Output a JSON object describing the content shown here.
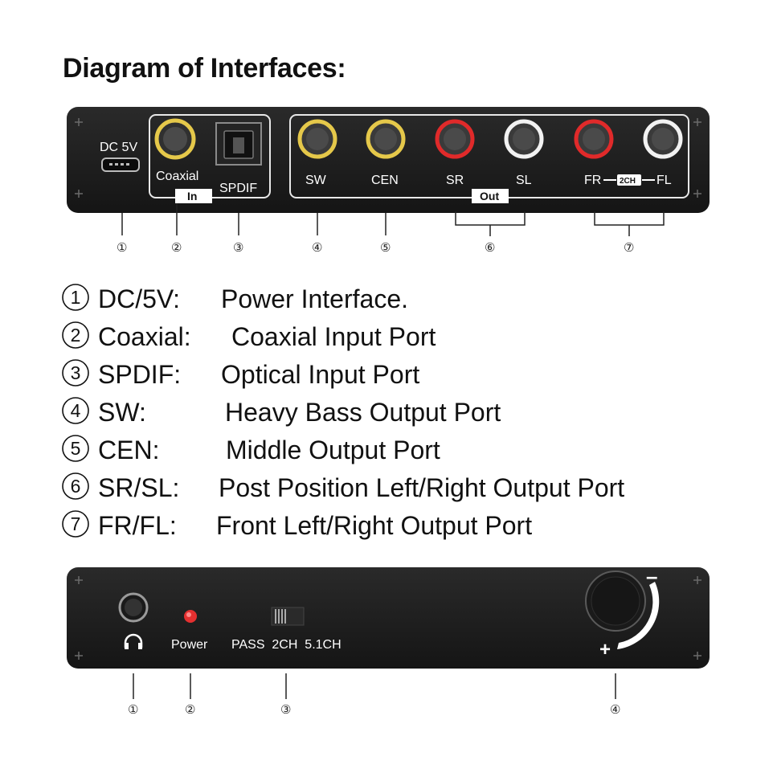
{
  "title": "Diagram of Interfaces:",
  "top_panel": {
    "dc_label": "DC 5V",
    "coaxial_label": "Coaxial",
    "spdif_label": "SPDIF",
    "in_label": "In",
    "sw_label": "SW",
    "cen_label": "CEN",
    "sr_label": "SR",
    "sl_label": "SL",
    "out_label": "Out",
    "fr_label": "FR",
    "twoch_badge": "2CH",
    "fl_label": "FL",
    "callouts": [
      "①",
      "②",
      "③",
      "④",
      "⑤",
      "⑥",
      "⑦"
    ]
  },
  "legend": [
    {
      "num": "1",
      "key": "DC/5V:",
      "desc": "Power Interface."
    },
    {
      "num": "2",
      "key": "Coaxial:",
      "desc": "Coaxial Input Port"
    },
    {
      "num": "3",
      "key": "SPDIF:",
      "desc": "Optical Input Port"
    },
    {
      "num": "4",
      "key": "SW:",
      "desc": "Heavy Bass Output Port"
    },
    {
      "num": "5",
      "key": "CEN:",
      "desc": "Middle Output Port"
    },
    {
      "num": "6",
      "key": "SR/SL:",
      "desc": "Post Position Left/Right Output Port"
    },
    {
      "num": "7",
      "key": "FR/FL:",
      "desc": "Front Left/Right Output Port"
    }
  ],
  "bottom_panel": {
    "power_label": "Power",
    "switch_labels": "PASS  2CH  5.1CH",
    "minus": "–",
    "plus": "+",
    "callouts": [
      "①",
      "②",
      "③",
      "④"
    ]
  },
  "colors": {
    "panel": "#1d1d1d",
    "yellow_ring": "#e5c84a",
    "red_ring": "#e02a2a",
    "white_ring": "#f2f2f2",
    "power_led": "#e53030"
  }
}
